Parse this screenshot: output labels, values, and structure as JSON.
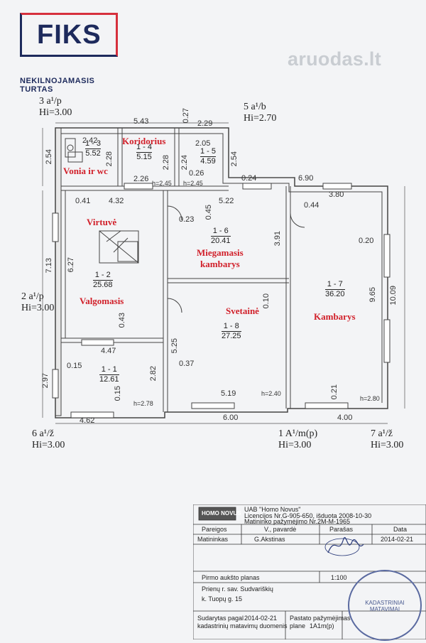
{
  "logo": {
    "brand": "FIKS",
    "tagline": "NEKILNOJAMASIS TURTAS"
  },
  "watermark": "aruodas.lt",
  "facades": [
    {
      "id": "f3",
      "line1": "3 a¹/p",
      "line2": "Hi=3.00"
    },
    {
      "id": "f5",
      "line1": "5 a¹/b",
      "line2": "Hi=2.70"
    },
    {
      "id": "f2",
      "line1": "2 a¹/p",
      "line2": "Hi=3.00"
    },
    {
      "id": "f6",
      "line1": "6 a¹/ž",
      "line2": "Hi=3.00"
    },
    {
      "id": "f1",
      "line1": "1 A¹/m(p)",
      "line2": "Hi=3.00"
    },
    {
      "id": "f7",
      "line1": "7 a¹/ž",
      "line2": "Hi=3.00"
    }
  ],
  "rooms": [
    {
      "id": "r13",
      "name": "Vonia ir wc",
      "num": "1 - 3",
      "area": "5.52"
    },
    {
      "id": "r14",
      "name": "Koridorius",
      "num": "1 - 4",
      "area": "5.15"
    },
    {
      "id": "r15",
      "name": "",
      "num": "1 - 5",
      "area": "4.59"
    },
    {
      "id": "r12",
      "name": "Virtuvė",
      "name2": "Valgomasis",
      "num": "1 - 2",
      "area": "25.68"
    },
    {
      "id": "r16",
      "name": "Miegamasis",
      "name2": "kambarys",
      "num": "1 - 6",
      "area": "20.41"
    },
    {
      "id": "r17",
      "name": "Kambarys",
      "num": "1 - 7",
      "area": "36.20"
    },
    {
      "id": "r18",
      "name": "Svetainė",
      "num": "1 - 8",
      "area": "27.25"
    },
    {
      "id": "r11",
      "name": "",
      "num": "1 - 1",
      "area": "12.61"
    }
  ],
  "dims": {
    "d543": "5.43",
    "d027": "0.27",
    "d229": "2.29",
    "d242": "2.42",
    "d205": "2.05",
    "d254a": "2.54",
    "d228a": "2.28",
    "d228b": "2.28",
    "d224": "2.24",
    "d026": "0.26",
    "d254b": "2.54",
    "d226": "2.26",
    "d024": "0.24",
    "d690": "6.90",
    "h245a": "h=2.45",
    "h245b": "h=2.45",
    "d041": "0.41",
    "d432": "4.32",
    "d522": "5.22",
    "d380": "3.80",
    "d044": "0.44",
    "d023": "0.23",
    "d045": "0.45",
    "d391": "3.91",
    "d020": "0.20",
    "d713": "7.13",
    "d627": "6.27",
    "d010": "0.10",
    "d965": "9.65",
    "d1009": "10.09",
    "d043": "0.43",
    "d447": "4.47",
    "d525": "5.25",
    "d015a": "0.15",
    "d282": "2.82",
    "d037": "0.37",
    "d297": "2.97",
    "d015b": "0.15",
    "d519": "5.19",
    "h240": "h=2.40",
    "d021": "0.21",
    "h280": "h=2.80",
    "h278": "h=2.78",
    "d462": "4.62",
    "d600": "6.00",
    "d400": "4.00"
  },
  "title_block": {
    "company": "UAB \"Homo Novus\"",
    "license": "Licencijos Nr.G-905-650, išduota 2008-10-30",
    "cert": "Matininko pažymėjimo Nr.2M-M-1965",
    "logo_text": "HOMO NOVUS",
    "col_position": "Pareigos",
    "col_name": "V., pavardė",
    "col_sign": "Parašas",
    "col_date": "Data",
    "position": "Matininkas",
    "name": "G.Akstinas",
    "date": "2014-02-21",
    "plan_title": "Pirmo aukšto planas",
    "scale": "1:100",
    "address1": "Prienų r. sav. Sudvariškių",
    "address2": "k. Tuopų g. 15",
    "compiled": "Sudarytas pagal",
    "compiled_date": "2014-02-21",
    "compiled2": "kadastrinių matavimų duomenis",
    "building_ref": "Pastato pažymėjimas",
    "plan_ref": "plane",
    "plan_code": "1A1m(p)",
    "stamp_text": "KADASTRINIAI MATAVIMAI"
  }
}
